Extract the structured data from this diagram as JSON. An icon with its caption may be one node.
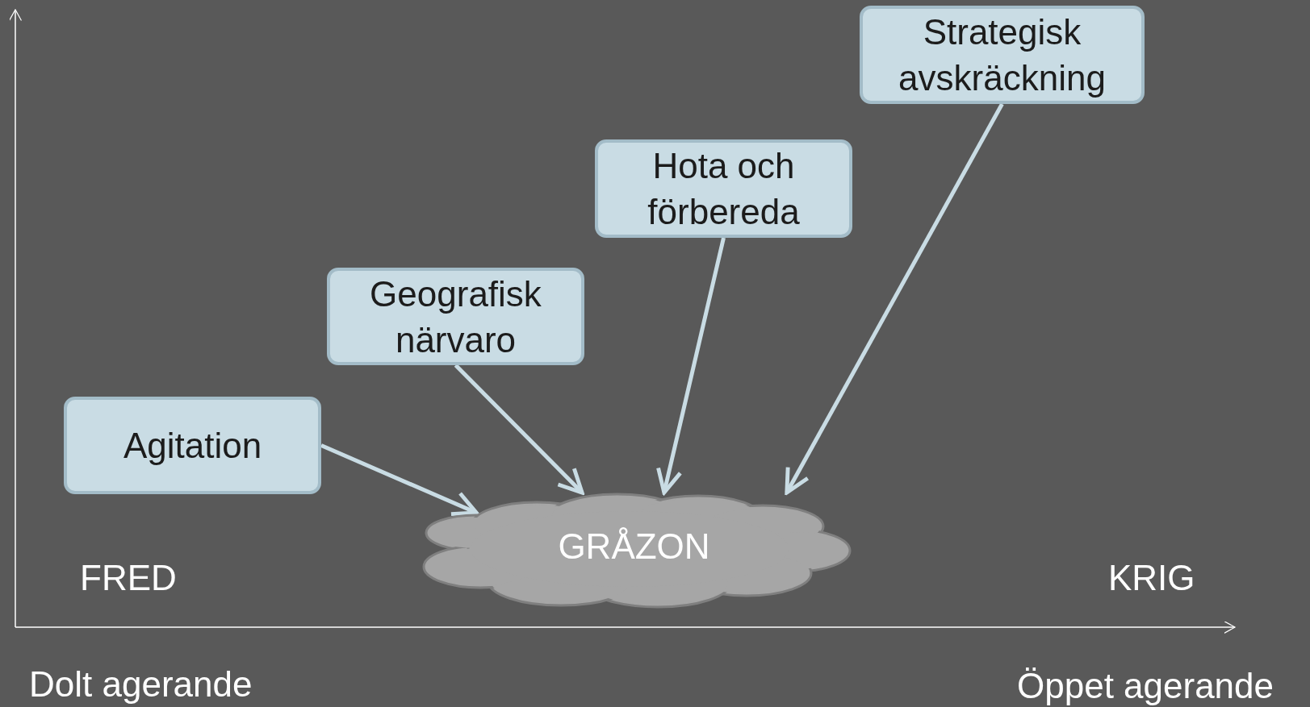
{
  "diagram": {
    "nodes": [
      {
        "text": [
          "Agitation"
        ]
      },
      {
        "text": [
          "Geografisk närvaro"
        ]
      },
      {
        "text": [
          "Hota och förbereda"
        ]
      },
      {
        "text": [
          "Strategisk avskräckning"
        ]
      },
      {
        "text": [
          "GRÅZON"
        ]
      }
    ],
    "edges": [
      {
        "from": 0,
        "to": 4,
        "arrow": "to"
      },
      {
        "from": 1,
        "to": 4,
        "arrow": "to"
      },
      {
        "from": 2,
        "to": 4,
        "arrow": "to"
      },
      {
        "from": 3,
        "to": 4,
        "arrow": "to"
      }
    ],
    "labels": [
      "FRED",
      "KRIG",
      "Dolt agerande",
      "Öppet agerande"
    ]
  }
}
